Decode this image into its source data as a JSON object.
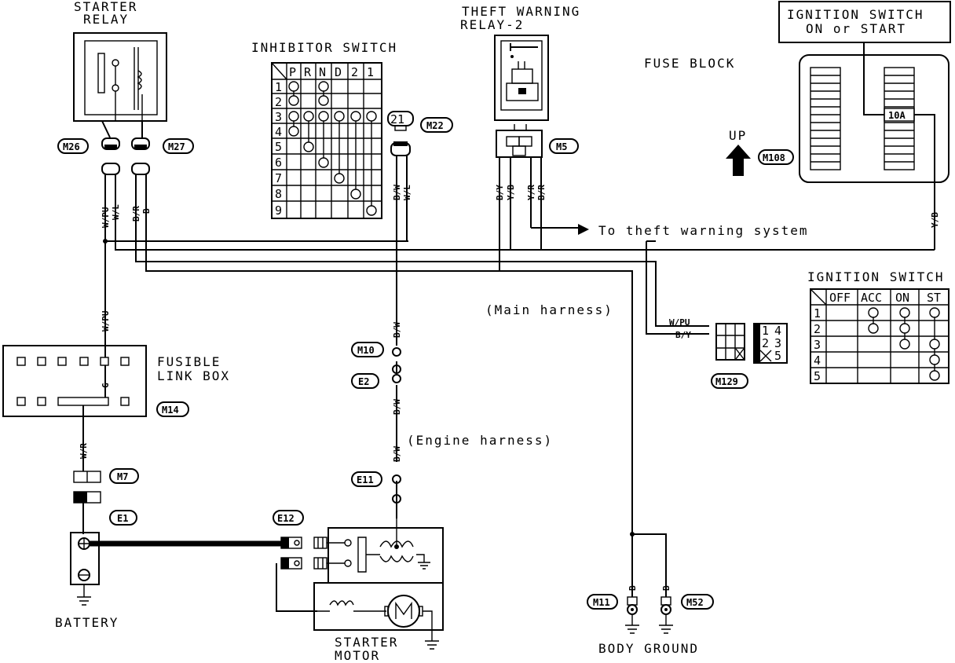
{
  "labels": {
    "starter_relay_1": "STARTER",
    "starter_relay_2": "RELAY",
    "inhibitor_switch": "INHIBITOR SWITCH",
    "theft_relay_1": "THEFT WARNING",
    "theft_relay_2": "RELAY-2",
    "fuse_block": "FUSE BLOCK",
    "ign_on_1": "IGNITION SWITCH",
    "ign_on_2": "ON or START",
    "up": "UP",
    "to_theft": "To theft warning system",
    "ignition_switch": "IGNITION SWITCH",
    "main_harness": "(Main harness)",
    "engine_harness": "(Engine harness)",
    "fusible_1": "FUSIBLE",
    "fusible_2": "LINK BOX",
    "battery": "BATTERY",
    "starter_motor_1": "STARTER",
    "starter_motor_2": "MOTOR",
    "body_ground": "BODY GROUND",
    "fuse_10a": "10A",
    "fuse_g": "G"
  },
  "connectors": {
    "m26": "M26",
    "m27": "M27",
    "m22": "M22",
    "m5": "M5",
    "m108": "M108",
    "m10": "M10",
    "e2": "E2",
    "e11": "E11",
    "e12": "E12",
    "m14": "M14",
    "m7": "M7",
    "e1": "E1",
    "m129": "M129",
    "m11": "M11",
    "m52": "M52"
  },
  "wires": {
    "w_pu_1": "W/PU",
    "w_l_1": "W/L",
    "b_r_1": "B/R",
    "b_1": "B",
    "b_w_m22": "B/W",
    "w_l_m22": "W/L",
    "b_y_m5": "B/Y",
    "y_b_m5": "Y/B",
    "y_r_m5": "Y/R",
    "b_r_m5": "B/R",
    "y_b_fuse": "Y/B",
    "w_pu_2": "W/PU",
    "w_pu_m129": "W/PU",
    "b_y_m129": "B/Y",
    "b_w_1": "B/W",
    "b_w_2": "B/W",
    "b_w_3": "B/W",
    "w_r": "W/R",
    "b_m11": "B",
    "b_m52": "B",
    "pin_21": "21"
  },
  "inhibitor_table": {
    "headers": [
      "P",
      "R",
      "N",
      "D",
      "2",
      "1"
    ],
    "rows": [
      "1",
      "2",
      "3",
      "4",
      "5",
      "6",
      "7",
      "8",
      "9"
    ]
  },
  "ignition_table": {
    "headers": [
      "OFF",
      "ACC",
      "ON",
      "ST"
    ],
    "rows": [
      "1",
      "2",
      "3",
      "4",
      "5"
    ]
  },
  "m129_pins": [
    "1",
    "4",
    "2",
    "3",
    "5"
  ]
}
